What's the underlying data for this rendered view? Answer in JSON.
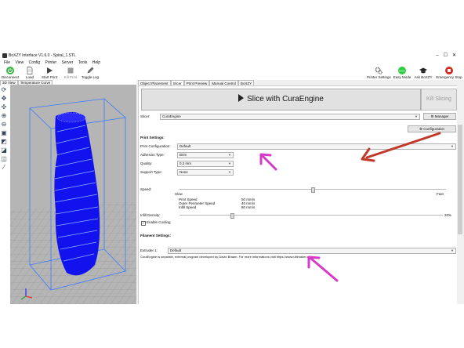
{
  "window": {
    "title": "BoXZY Interface V1.6.0 - Spiral_1.STL"
  },
  "menu": [
    "File",
    "View",
    "Config",
    "Printer",
    "Server",
    "Tools",
    "Help"
  ],
  "toolbar": {
    "left": [
      {
        "label": "Disconnect",
        "icon": "power-icon"
      },
      {
        "label": "Load",
        "icon": "file-icon"
      },
      {
        "label": "Start Print",
        "icon": "play-icon"
      },
      {
        "label": "Kill Print",
        "icon": "stop-icon"
      },
      {
        "label": "Toggle Log",
        "icon": "pencil-icon"
      }
    ],
    "right": [
      {
        "label": "Printer Settings",
        "icon": "gears-icon"
      },
      {
        "label": "Easy Mode",
        "icon": "easy-mode-icon"
      },
      {
        "label": "Ask BoXZY",
        "icon": "graduation-cap-icon"
      },
      {
        "label": "Emergency Stop",
        "icon": "emergency-stop-icon"
      }
    ]
  },
  "view_tabs": [
    "3D View",
    "Temperature Curve"
  ],
  "tabs": [
    "Object Placement",
    "Slicer",
    "Print Preview",
    "Manual Control",
    "BoXZY"
  ],
  "slicer": {
    "slice_label": "Slice with CuraEngine",
    "kill_label": "Kill Slicing",
    "slicer_label": "Slicer:",
    "slicer_value": "CuraEngine",
    "manager_label": "Manager",
    "configuration_label": "Configuration",
    "print_settings_heading": "Print Settings:",
    "print_config_label": "Print Configuration:",
    "print_config_value": "Default",
    "adhesion_label": "Adhesion Type:",
    "adhesion_value": "Brim",
    "quality_label": "Quality:",
    "quality_value": "0.2 mm",
    "support_label": "Support Type:",
    "support_value": "None",
    "speed_label": "Speed:",
    "speed_slow": "Slow",
    "speed_fast": "Fast",
    "speed_slider": 0.5,
    "speed_rows": [
      {
        "name": "Print Speed",
        "value": "50 mm/s"
      },
      {
        "name": "Outer Perimeter Speed",
        "value": "40 mm/s"
      },
      {
        "name": "Infill Speed",
        "value": "80 mm/s"
      }
    ],
    "infill_label": "Infill Density:",
    "infill_value": "20%",
    "infill_slider": 0.2,
    "cooling_label": "Enable Cooling",
    "cooling_checked": true,
    "filament_heading": "Filament Settings:",
    "extruder_label": "Extruder 1:",
    "extruder_value": "Default",
    "note": "CuraEngine is separate, external program developed by David Braam. For more informations visit https://www.ultimaker.com"
  },
  "colors": {
    "annotation_red": "#c0392b",
    "annotation_pink": "#d63ac8",
    "model_blue": "#1a1aff"
  }
}
